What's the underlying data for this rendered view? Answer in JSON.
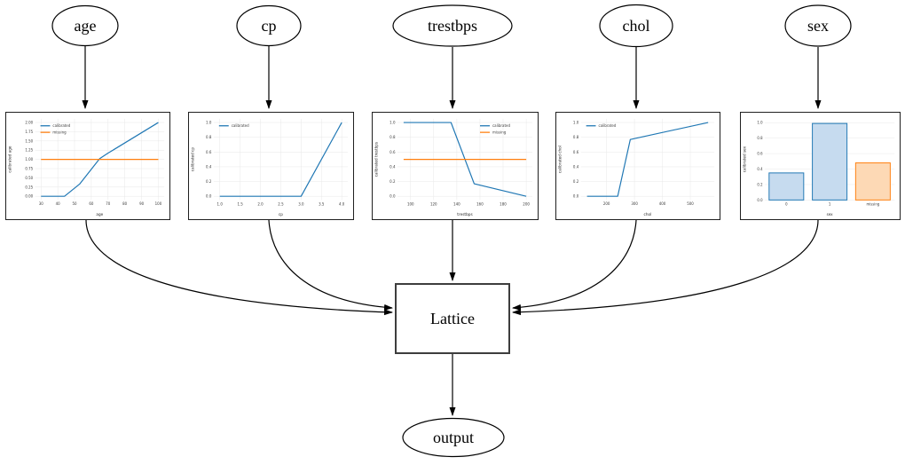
{
  "diagram": {
    "nodes": [
      {
        "id": "age",
        "label": "age"
      },
      {
        "id": "cp",
        "label": "cp"
      },
      {
        "id": "trestbps",
        "label": "trestbps"
      },
      {
        "id": "chol",
        "label": "chol"
      },
      {
        "id": "sex",
        "label": "sex"
      },
      {
        "id": "lattice",
        "label": "Lattice"
      },
      {
        "id": "output",
        "label": "output"
      }
    ],
    "edges": [
      "age->calibrator-age",
      "cp->calibrator-cp",
      "trestbps->calibrator-trestbps",
      "chol->calibrator-chol",
      "sex->calibrator-sex",
      "calibrator-age->lattice",
      "calibrator-cp->lattice",
      "calibrator-trestbps->lattice",
      "calibrator-chol->lattice",
      "calibrator-sex->lattice",
      "lattice->output"
    ]
  },
  "colors": {
    "calibrated_line": "#1f77b4",
    "missing_line": "#ff7f0e",
    "bar_fill_blue": "#c6dbef",
    "bar_fill_orange": "#fdd9b5",
    "edge": "#000000",
    "grid": "#e8e8e8"
  },
  "chart_data": [
    {
      "name": "age",
      "type": "line",
      "xlabel": "age",
      "ylabel": "calibrated age",
      "xlim": [
        26.5,
        103.5
      ],
      "ylim": [
        -0.1,
        2.1
      ],
      "margin_left": 66,
      "xticks": [
        30,
        40,
        50,
        60,
        70,
        80,
        90,
        100
      ],
      "xtick_labels": [
        "30",
        "40",
        "50",
        "60",
        "70",
        "80",
        "90",
        "100"
      ],
      "yticks": [
        0,
        0.25,
        0.5,
        0.75,
        1,
        1.25,
        1.5,
        1.75,
        2
      ],
      "ytick_labels": [
        "0.00",
        "0.25",
        "0.50",
        "0.75",
        "1.00",
        "1.25",
        "1.50",
        "1.75",
        "2.00"
      ],
      "legend_loc": "upper-left",
      "series": [
        {
          "name": "calibrated",
          "color": "#1f77b4",
          "points": [
            [
              30,
              0.0
            ],
            [
              44,
              0.0
            ],
            [
              53,
              0.33
            ],
            [
              65,
              1.02
            ],
            [
              70,
              1.17
            ],
            [
              100,
              2.0
            ]
          ]
        },
        {
          "name": "missing",
          "color": "#ff7f0e",
          "points": [
            [
              30,
              1.0
            ],
            [
              100,
              1.0
            ]
          ]
        }
      ]
    },
    {
      "name": "cp",
      "type": "line",
      "xlabel": "cp",
      "ylabel": "calibrated cp",
      "xlim": [
        0.85,
        4.15
      ],
      "ylim": [
        -0.05,
        1.05
      ],
      "margin_left": 56,
      "xticks": [
        1.0,
        1.5,
        2.0,
        2.5,
        3.0,
        3.5,
        4.0
      ],
      "xtick_labels": [
        "1.0",
        "1.5",
        "2.0",
        "2.5",
        "3.0",
        "3.5",
        "4.0"
      ],
      "yticks": [
        0,
        0.2,
        0.4,
        0.6,
        0.8,
        1.0
      ],
      "ytick_labels": [
        "0.0",
        "0.2",
        "0.4",
        "0.6",
        "0.8",
        "1.0"
      ],
      "legend_loc": "upper-left",
      "series": [
        {
          "name": "calibrated",
          "color": "#1f77b4",
          "points": [
            [
              1,
              0.0
            ],
            [
              3,
              0.0
            ],
            [
              4,
              1.0
            ]
          ]
        }
      ]
    },
    {
      "name": "trestbps",
      "type": "line",
      "xlabel": "trestbps",
      "ylabel": "calibrated trestbps",
      "xlim": [
        88.7,
        205.3
      ],
      "ylim": [
        -0.05,
        1.05
      ],
      "margin_left": 56,
      "xticks": [
        100,
        120,
        140,
        160,
        180,
        200
      ],
      "xtick_labels": [
        "100",
        "120",
        "140",
        "160",
        "180",
        "200"
      ],
      "yticks": [
        0,
        0.2,
        0.4,
        0.6,
        0.8,
        1.0
      ],
      "ytick_labels": [
        "0.0",
        "0.2",
        "0.4",
        "0.6",
        "0.8",
        "1.0"
      ],
      "legend_loc": "upper-right",
      "series": [
        {
          "name": "calibrated",
          "color": "#1f77b4",
          "points": [
            [
              94,
              1.0
            ],
            [
              135,
              1.0
            ],
            [
              155,
              0.17
            ],
            [
              200,
              0.0
            ]
          ]
        },
        {
          "name": "missing",
          "color": "#ff7f0e",
          "points": [
            [
              94,
              0.5
            ],
            [
              200,
              0.5
            ]
          ]
        }
      ]
    },
    {
      "name": "chol",
      "type": "line",
      "xlabel": "chol",
      "ylabel": "calibrated chol",
      "xlim": [
        108,
        586
      ],
      "ylim": [
        -0.05,
        1.05
      ],
      "margin_left": 56,
      "xticks": [
        200,
        300,
        400,
        500
      ],
      "xtick_labels": [
        "200",
        "300",
        "400",
        "500"
      ],
      "yticks": [
        0,
        0.2,
        0.4,
        0.6,
        0.8,
        1.0
      ],
      "ytick_labels": [
        "0.0",
        "0.2",
        "0.4",
        "0.6",
        "0.8",
        "1.0"
      ],
      "legend_loc": "upper-left",
      "series": [
        {
          "name": "calibrated",
          "color": "#1f77b4",
          "points": [
            [
              130,
              0.0
            ],
            [
              240,
              0.0
            ],
            [
              285,
              0.77
            ],
            [
              564,
              1.0
            ]
          ]
        }
      ]
    },
    {
      "name": "sex",
      "type": "bar",
      "xlabel": "sex",
      "ylabel": "calibrated sex",
      "ylim": [
        0,
        1.05
      ],
      "margin_left": 56,
      "categories": [
        "0",
        "1",
        "missing"
      ],
      "values": [
        0.35,
        0.99,
        0.48
      ],
      "bar_fills": [
        "#c6dbef",
        "#c6dbef",
        "#fdd9b5"
      ],
      "bar_strokes": [
        "#1f77b4",
        "#1f77b4",
        "#ff7f0e"
      ],
      "yticks": [
        0,
        0.2,
        0.4,
        0.6,
        0.8,
        1.0
      ],
      "ytick_labels": [
        "0.0",
        "0.2",
        "0.4",
        "0.6",
        "0.8",
        "1.0"
      ]
    }
  ]
}
